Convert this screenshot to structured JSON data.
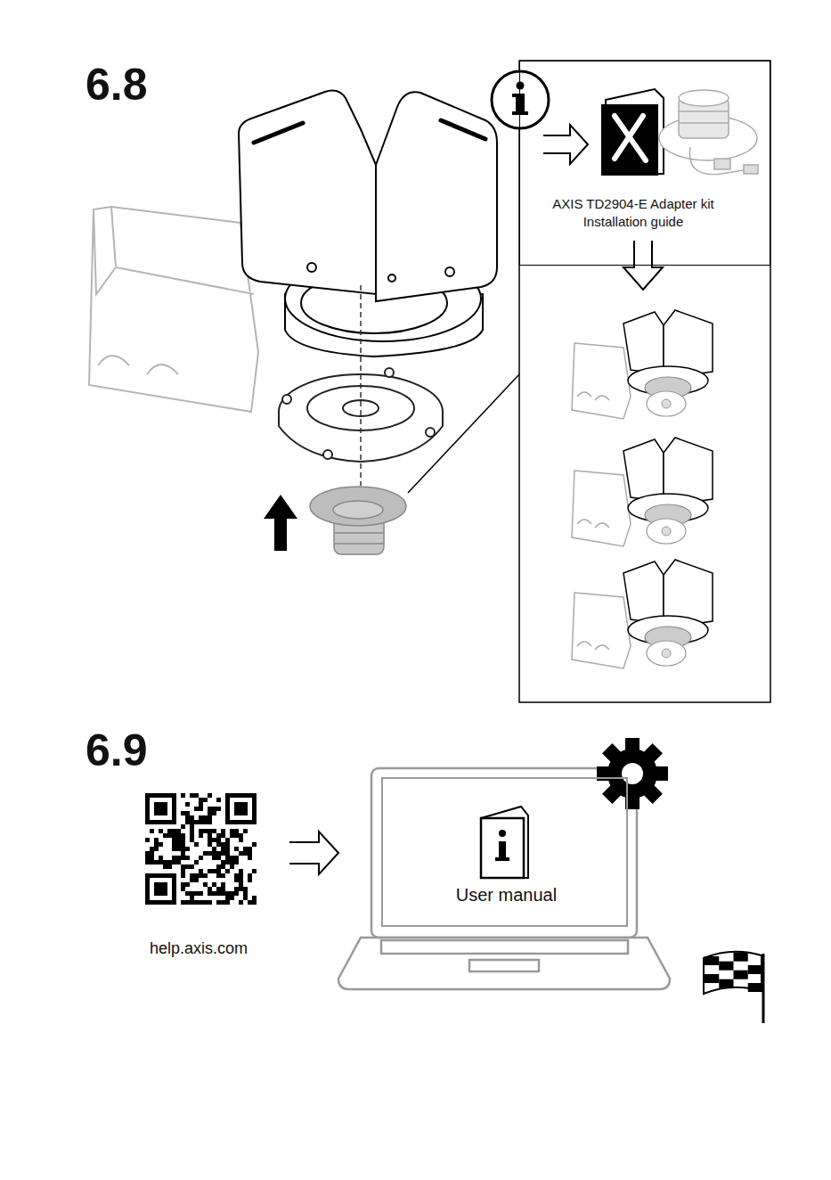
{
  "diagram": {
    "nodes": [
      {
        "text": [
          "AXIS TD2904-E Adapter kit Installation guide"
        ]
      },
      {
        "text": [
          "User manual"
        ]
      }
    ],
    "labels": [
      "6.8",
      "6.9",
      "help.axis.com"
    ]
  }
}
